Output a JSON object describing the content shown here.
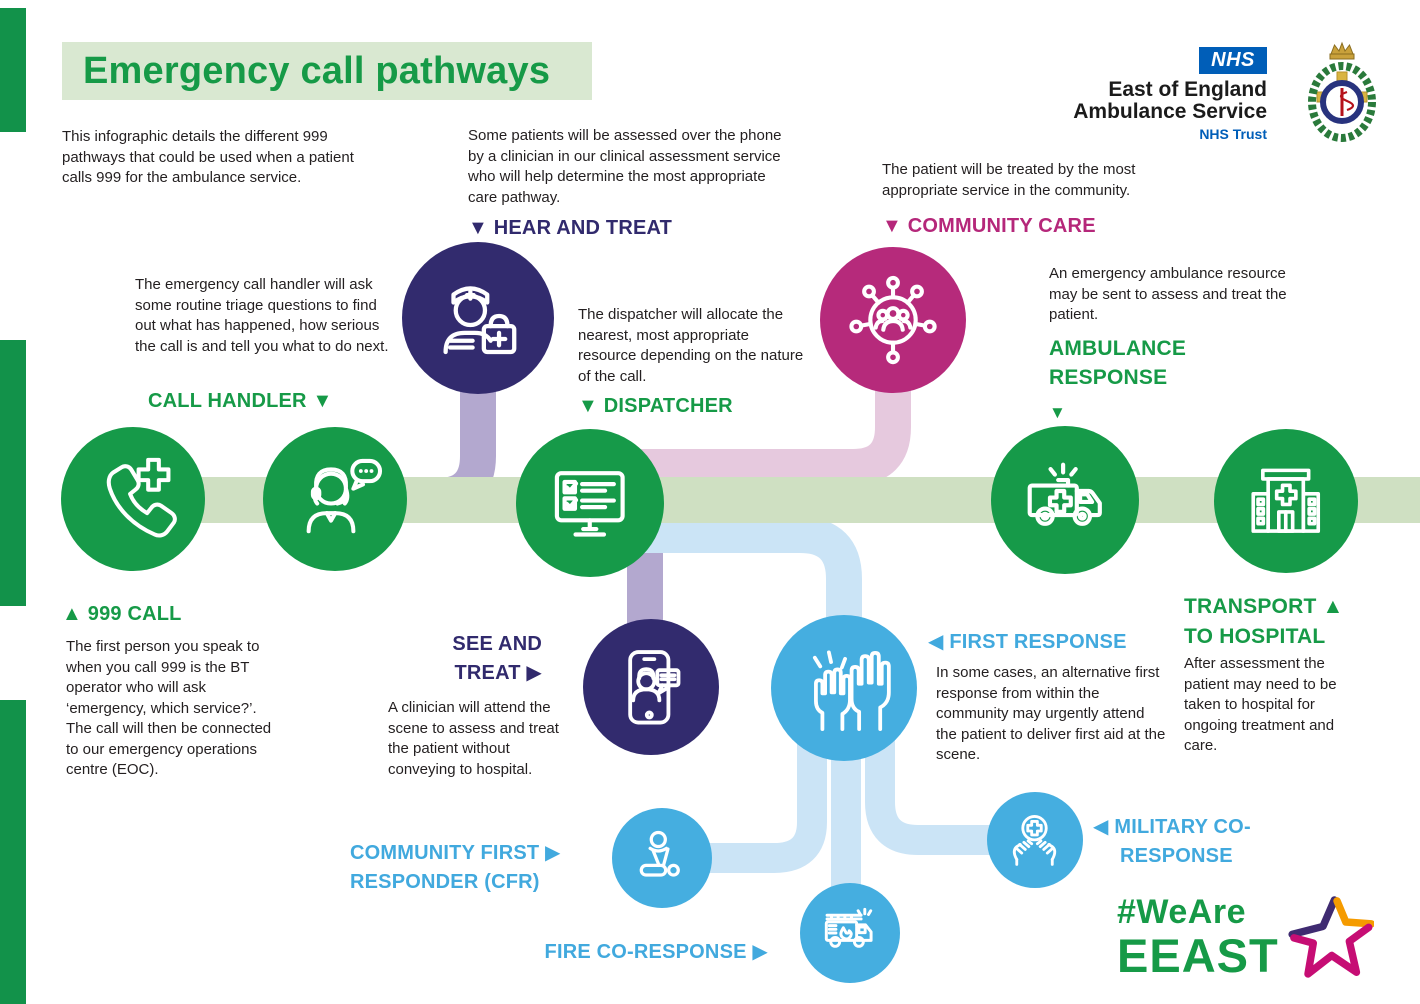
{
  "header": {
    "title": "Emergency call pathways",
    "intro": "This infographic details the different 999 pathways that could be used when a patient calls 999 for the ambulance service."
  },
  "branding": {
    "nhs": "NHS",
    "org_line1": "East of England",
    "org_line2": "Ambulance Service",
    "trust": "NHS Trust",
    "hashtag_line1": "#WeAre",
    "hashtag_line2": "EEAST"
  },
  "nodes": {
    "call_999": {
      "label": "▲ 999 CALL",
      "description": "The first person you speak to when you call 999 is the BT operator who will ask ‘emergency, which service?’. The call will then be connected to our emergency operations centre (EOC)."
    },
    "call_handler": {
      "label": "CALL HANDLER ▼",
      "description": "The emergency call handler will ask some routine triage questions to find out what has happened, how serious the call is and tell you what to do next."
    },
    "dispatcher": {
      "label": "▼ DISPATCHER",
      "description": "The dispatcher will allocate the nearest, most appropriate resource depending on the nature of the call."
    },
    "hear_and_treat": {
      "label": "▼ HEAR AND TREAT",
      "description": "Some patients will be assessed over the phone by a clinician in our clinical assessment service who will help determine the most appropriate care pathway."
    },
    "community_care": {
      "label": "▼ COMMUNITY CARE",
      "description": "The patient will be treated by the most appropriate service in the community."
    },
    "ambulance_response": {
      "label_line1": "AMBULANCE",
      "label_line2": "RESPONSE",
      "arrow": "▼",
      "description": "An emergency ambulance resource may be sent to assess and treat the patient."
    },
    "see_and_treat": {
      "label_line1": "SEE AND",
      "label_line2": "TREAT ▶",
      "description": "A clinician will attend the scene to assess and treat the patient without conveying to hospital."
    },
    "first_response": {
      "label": "◀ FIRST RESPONSE",
      "description": "In some cases, an alternative first response from within the community may urgently attend the patient to deliver first aid at the scene."
    },
    "transport_to_hospital": {
      "label_line1": "TRANSPORT ▲",
      "label_line2": "TO HOSPITAL",
      "description": "After assessment the patient may need to be taken to hospital for ongoing treatment and care."
    },
    "community_first_responder": {
      "label_line1": "COMMUNITY FIRST ▶",
      "label_line2": "RESPONDER (CFR)"
    },
    "fire_co_response": {
      "label": "FIRE CO-RESPONSE ▶"
    },
    "military_co_response": {
      "label_line1": "◀ MILITARY CO-",
      "label_line2": "RESPONSE"
    }
  },
  "colors": {
    "green": "#169a49",
    "title_bg": "#d9e8d1",
    "band_green": "#cfe0c2",
    "navy": "#322b6e",
    "magenta": "#b62a7b",
    "blue": "#45aee0",
    "label_blue": "#41a9de",
    "pipe_purple": "#b3a8cf",
    "pipe_pink": "#e6c9de",
    "pipe_blue": "#cbe4f6",
    "nhs_blue": "#005eb8",
    "star_purple": "#3f2b71",
    "star_orange": "#f59b00",
    "star_magenta": "#c60d74"
  }
}
